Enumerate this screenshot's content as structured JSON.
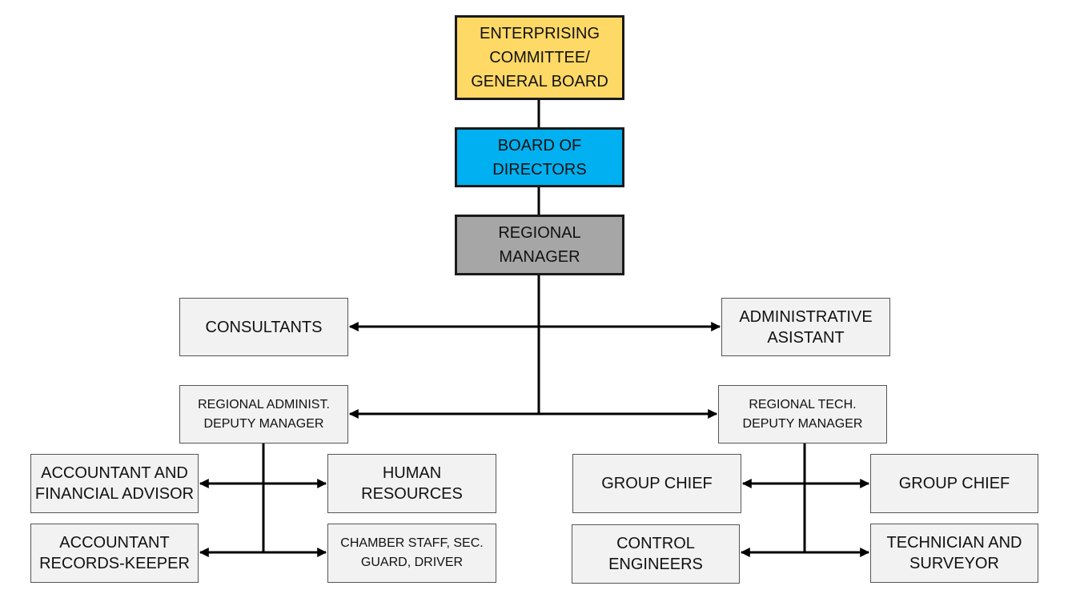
{
  "colors": {
    "top": "#ffd966",
    "board": "#00b0f0",
    "regional": "#a6a6a6",
    "sub": "#f2f2f2",
    "line": "#000000"
  },
  "chart": {
    "top": [
      "ENTERPRISING",
      "COMMITTEE/",
      "GENERAL BOARD"
    ],
    "board": [
      "BOARD OF",
      "DIRECTORS"
    ],
    "regional_manager": [
      "REGIONAL",
      "MANAGER"
    ],
    "consultants": [
      "CONSULTANTS"
    ],
    "admin_assistant": [
      "ADMINISTRATIVE",
      "ASISTANT"
    ],
    "admin_deputy": [
      "REGIONAL ADMINIST.",
      "DEPUTY MANAGER"
    ],
    "tech_deputy": [
      "REGIONAL TECH.",
      "DEPUTY MANAGER"
    ],
    "accountant_financial": [
      "ACCOUNTANT AND",
      "FINANCIAL ADVISOR"
    ],
    "human_resources": [
      "HUMAN",
      "RESOURCES"
    ],
    "accountant_records": [
      "ACCOUNTANT",
      "RECORDS-KEEPER"
    ],
    "chamber_staff": [
      "CHAMBER STAFF, SEC.",
      "GUARD, DRIVER"
    ],
    "group_chief_left": [
      "GROUP CHIEF"
    ],
    "group_chief_right": [
      "GROUP CHIEF"
    ],
    "control_engineers": [
      "CONTROL",
      "ENGINEERS"
    ],
    "technician_surveyor": [
      "TECHNICIAN AND",
      "SURVEYOR"
    ]
  }
}
